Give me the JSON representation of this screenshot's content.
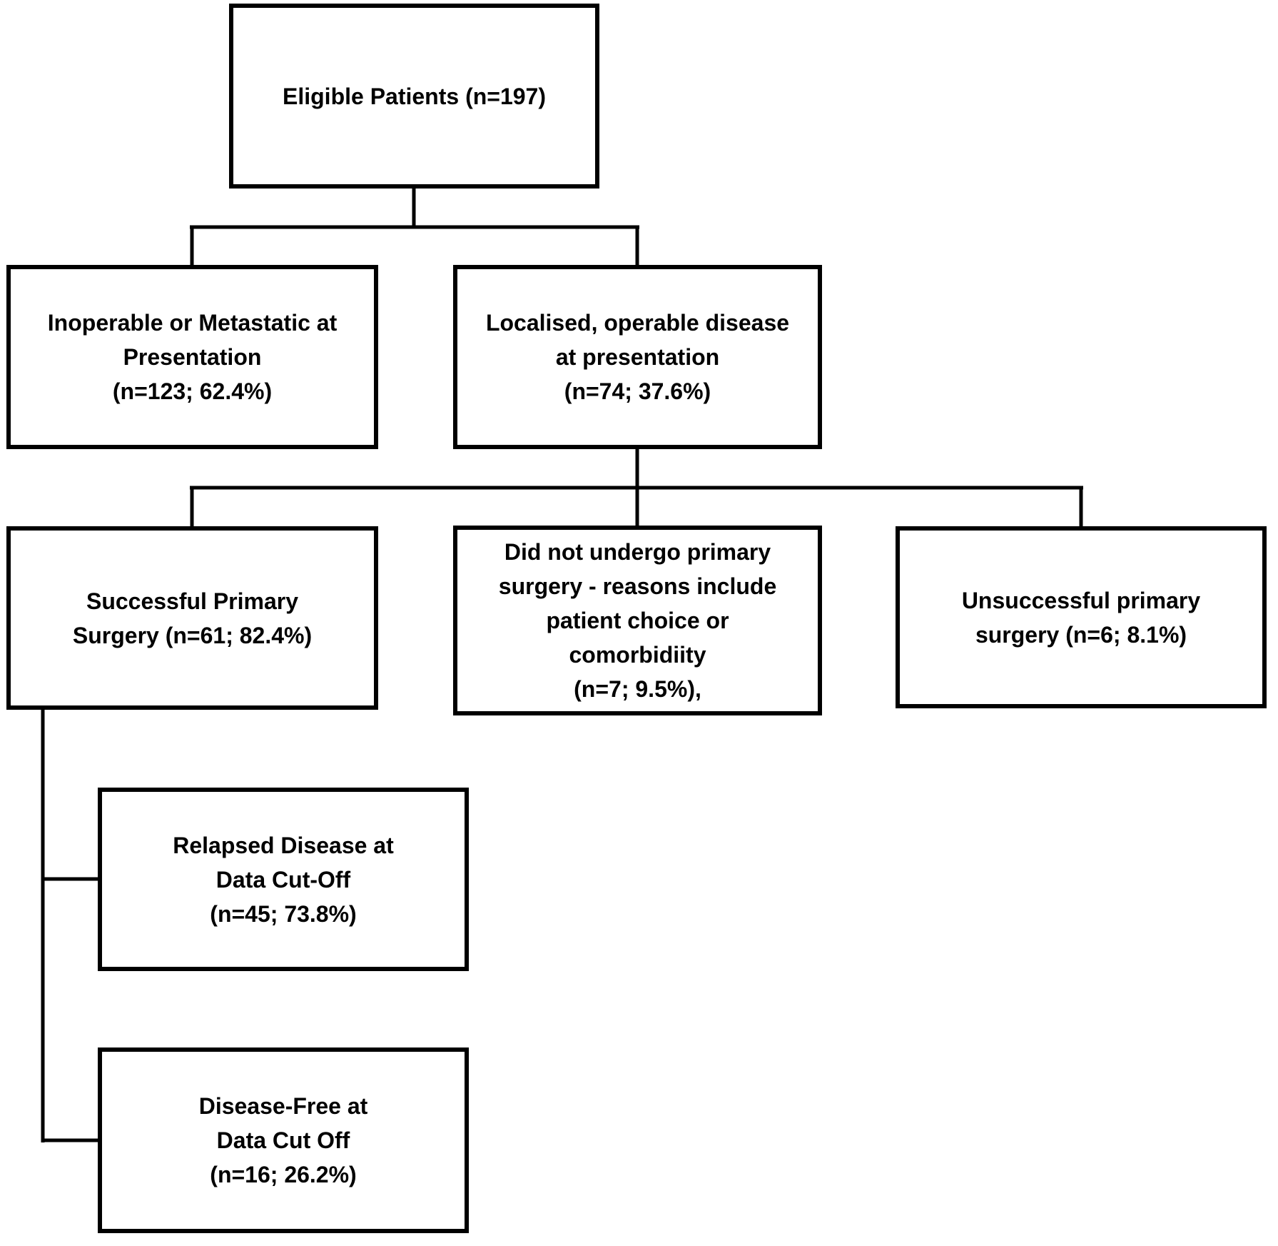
{
  "diagram": {
    "type": "flowchart",
    "title": "",
    "background_color": "#ffffff",
    "line_color": "#000000",
    "boxes": [
      {
        "id": "eligible",
        "lines": [
          "Eligible Patients (n=197)"
        ]
      },
      {
        "id": "inoperable",
        "lines": [
          "Inoperable or Metastatic at",
          "Presentation",
          "(n=123; 62.4%)"
        ]
      },
      {
        "id": "localised",
        "lines": [
          "Localised, operable disease",
          "at presentation",
          "(n=74; 37.6%)"
        ]
      },
      {
        "id": "successful",
        "lines": [
          "Successful Primary",
          "Surgery (n=61; 82.4%)"
        ]
      },
      {
        "id": "no_surgery",
        "lines": [
          "Did not undergo primary",
          "surgery - reasons include",
          "patient choice or",
          "comorbidiity",
          "(n=7; 9.5%),"
        ]
      },
      {
        "id": "unsuccessful",
        "lines": [
          "Unsuccessful primary",
          "surgery (n=6; 8.1%)"
        ]
      },
      {
        "id": "relapsed",
        "lines": [
          "Relapsed Disease at",
          "Data Cut-Off",
          "(n=45; 73.8%)"
        ]
      },
      {
        "id": "disease_free",
        "lines": [
          "Disease-Free at",
          "Data Cut Off",
          "(n=16; 26.2%)"
        ]
      }
    ],
    "edges": [
      {
        "from": "eligible",
        "to": "inoperable"
      },
      {
        "from": "eligible",
        "to": "localised"
      },
      {
        "from": "localised",
        "to": "successful"
      },
      {
        "from": "localised",
        "to": "no_surgery"
      },
      {
        "from": "localised",
        "to": "unsuccessful"
      },
      {
        "from": "successful",
        "to": "relapsed"
      },
      {
        "from": "successful",
        "to": "disease_free"
      }
    ]
  }
}
